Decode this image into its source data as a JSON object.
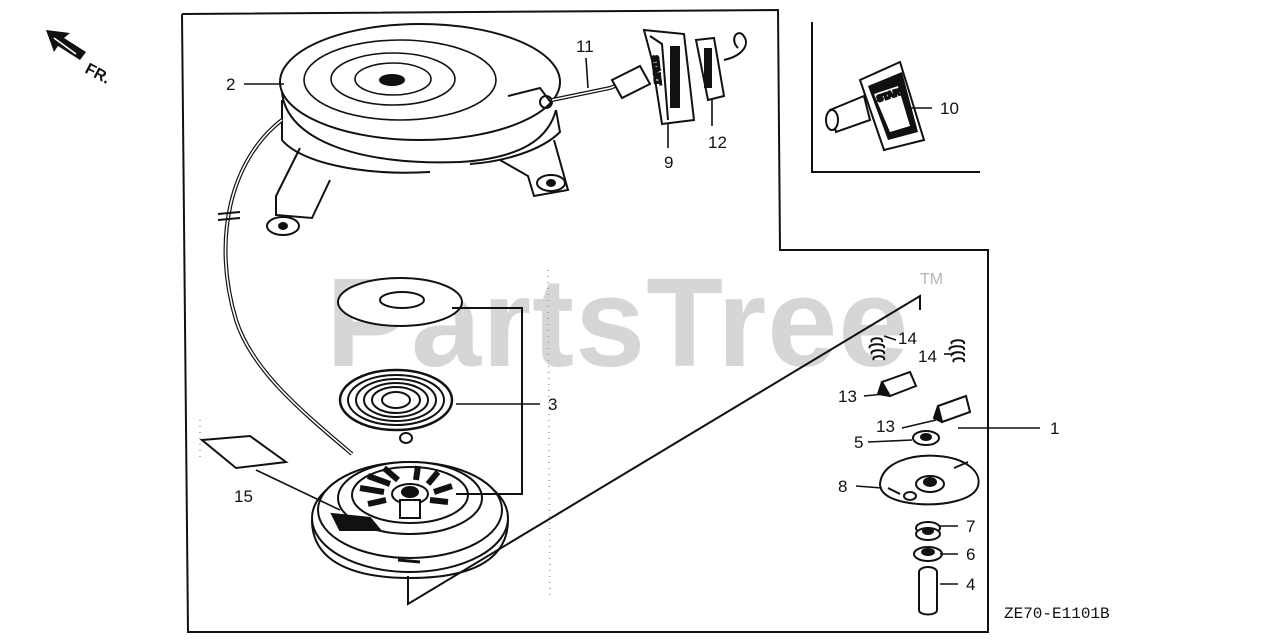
{
  "direction_label": "FR.",
  "watermark": {
    "text": "PartsTree",
    "trademark": "TM"
  },
  "diagram_code": "ZE70-E1101B",
  "handle_text": {
    "start": "START",
    "start_small": "START"
  },
  "callouts": {
    "c1": "1",
    "c2": "2",
    "c3": "3",
    "c4": "4",
    "c5": "5",
    "c6": "6",
    "c7": "7",
    "c8": "8",
    "c9": "9",
    "c10": "10",
    "c11": "11",
    "c12": "12",
    "c13a": "13",
    "c13b": "13",
    "c14a": "14",
    "c14b": "14",
    "c15": "15"
  },
  "colors": {
    "ink": "#111111",
    "watermark": "#bdbdbd",
    "paper": "#ffffff"
  }
}
